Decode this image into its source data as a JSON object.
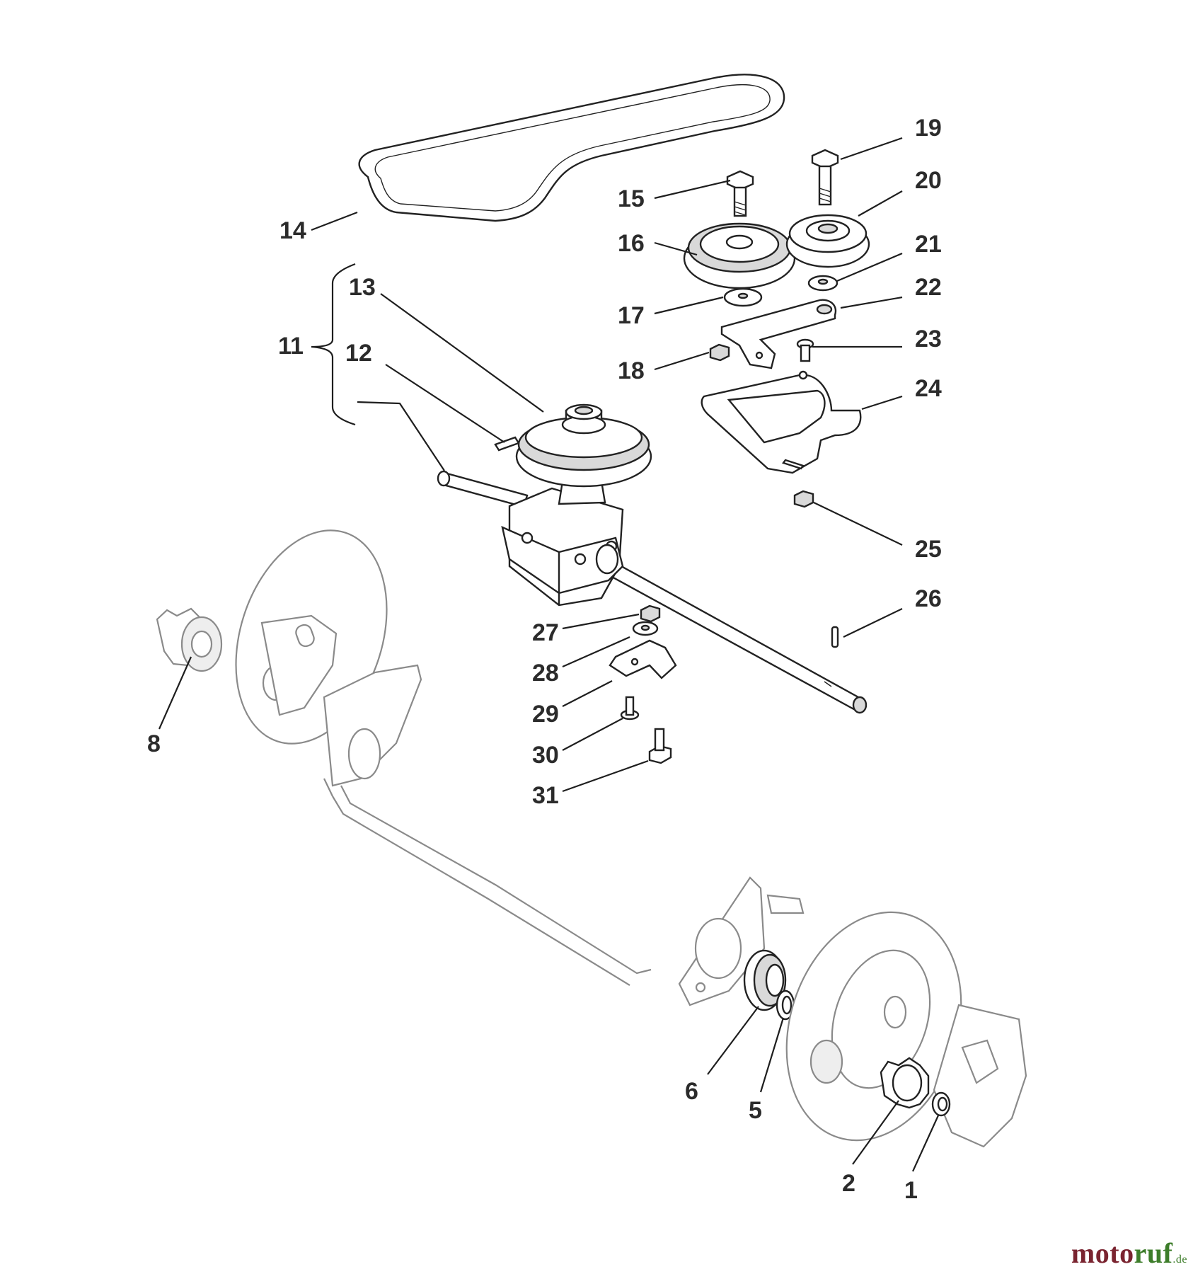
{
  "callouts": {
    "c1": "1",
    "c2": "2",
    "c5": "5",
    "c6": "6",
    "c8": "8",
    "c11": "11",
    "c12": "12",
    "c13": "13",
    "c14": "14",
    "c15": "15",
    "c16": "16",
    "c17": "17",
    "c18": "18",
    "c19": "19",
    "c20": "20",
    "c21": "21",
    "c22": "22",
    "c23": "23",
    "c24": "24",
    "c25": "25",
    "c26": "26",
    "c27": "27",
    "c28": "28",
    "c29": "29",
    "c30": "30",
    "c31": "31"
  },
  "watermark": {
    "part_a": "moto",
    "part_b": "ruf",
    "tld": ".de"
  }
}
